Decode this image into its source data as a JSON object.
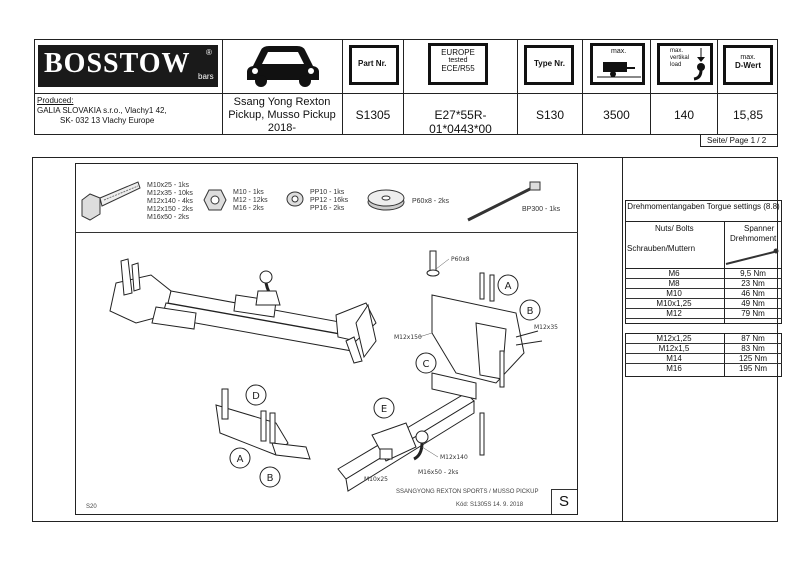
{
  "header": {
    "logo_text": "BOSSTOW",
    "logo_sub": "bars",
    "part_nr_label": "Part Nr.",
    "europe_line1": "EUROPE",
    "europe_line2": "tested",
    "europe_line3": "ECE/R55",
    "type_nr_label": "Type Nr.",
    "max_label": "max.",
    "vertical_load_label": "max. vertikal load",
    "dwert_label1": "max.",
    "dwert_label2": "D-Wert"
  },
  "info": {
    "produced_label": "Produced:",
    "producer_line1": "GALIA SLOVAKIA s.r.o., Vlachy1 42,",
    "producer_line2": "SK- 032 13 Vlachy     Europe",
    "vehicle_line1": "Ssang Yong Rexton",
    "vehicle_line2": "Pickup, Musso Pickup",
    "vehicle_line3": "2018-",
    "part_nr": "S1305",
    "approval": "E27*55R-01*0443*00",
    "type_nr": "S130",
    "max_load": "3500",
    "vertical_load": "140",
    "d_value": "15,85"
  },
  "page_label": "Seite/ Page  1 / 2",
  "parts": {
    "bolts": [
      "M10x25 - 1ks",
      "M12x35 - 10ks",
      "M12x140 - 4ks",
      "M12x150 - 2ks",
      "M16x50 - 2ks"
    ],
    "nuts": [
      "M10 - 1ks",
      "M12 - 12ks",
      "M16 - 2ks"
    ],
    "washers": [
      "PP10 - 1ks",
      "PP12 - 16ks",
      "PP16 - 2ks"
    ],
    "plate": "P60x8 - 2ks",
    "tie": "BP300 - 1ks"
  },
  "drawing": {
    "labels": {
      "a_top": "A",
      "b_top": "B",
      "c": "C",
      "d": "D",
      "e": "E",
      "a_bot": "A",
      "b_bot": "B"
    },
    "callouts": {
      "p60x8": "P60x8",
      "m12x150": "M12x150",
      "m12x35": "M12x35",
      "m12x140": "M12x140",
      "m16x50": "M16x50 - 2ks",
      "m10x25": "M10x25"
    },
    "footer_left": "S20",
    "footer_title": "SSANGYONG REXTON SPORTS / MUSSO PICKUP",
    "footer_code": "Kód: S1305S  14. 9. 2018",
    "footer_letter": "S"
  },
  "torque": {
    "title": "Drehmomentangaben Torgue settings (8.8)",
    "col_left1": "Nuts/ Bolts",
    "col_left2": "Schrauben/Muttern",
    "col_right1": "Spanner",
    "col_right2": "Drehmoment",
    "rows_a": [
      {
        "size": "M6",
        "value": "9,5 Nm"
      },
      {
        "size": "M8",
        "value": "23 Nm"
      },
      {
        "size": "M10",
        "value": "46 Nm"
      },
      {
        "size": "M10x1,25",
        "value": "49 Nm"
      },
      {
        "size": "M12",
        "value": "79 Nm"
      }
    ],
    "rows_b": [
      {
        "size": "M12x1,25",
        "value": "87 Nm"
      },
      {
        "size": "M12x1,5",
        "value": "83 Nm"
      },
      {
        "size": "M14",
        "value": "125 Nm"
      },
      {
        "size": "M16",
        "value": "195 Nm"
      }
    ]
  }
}
